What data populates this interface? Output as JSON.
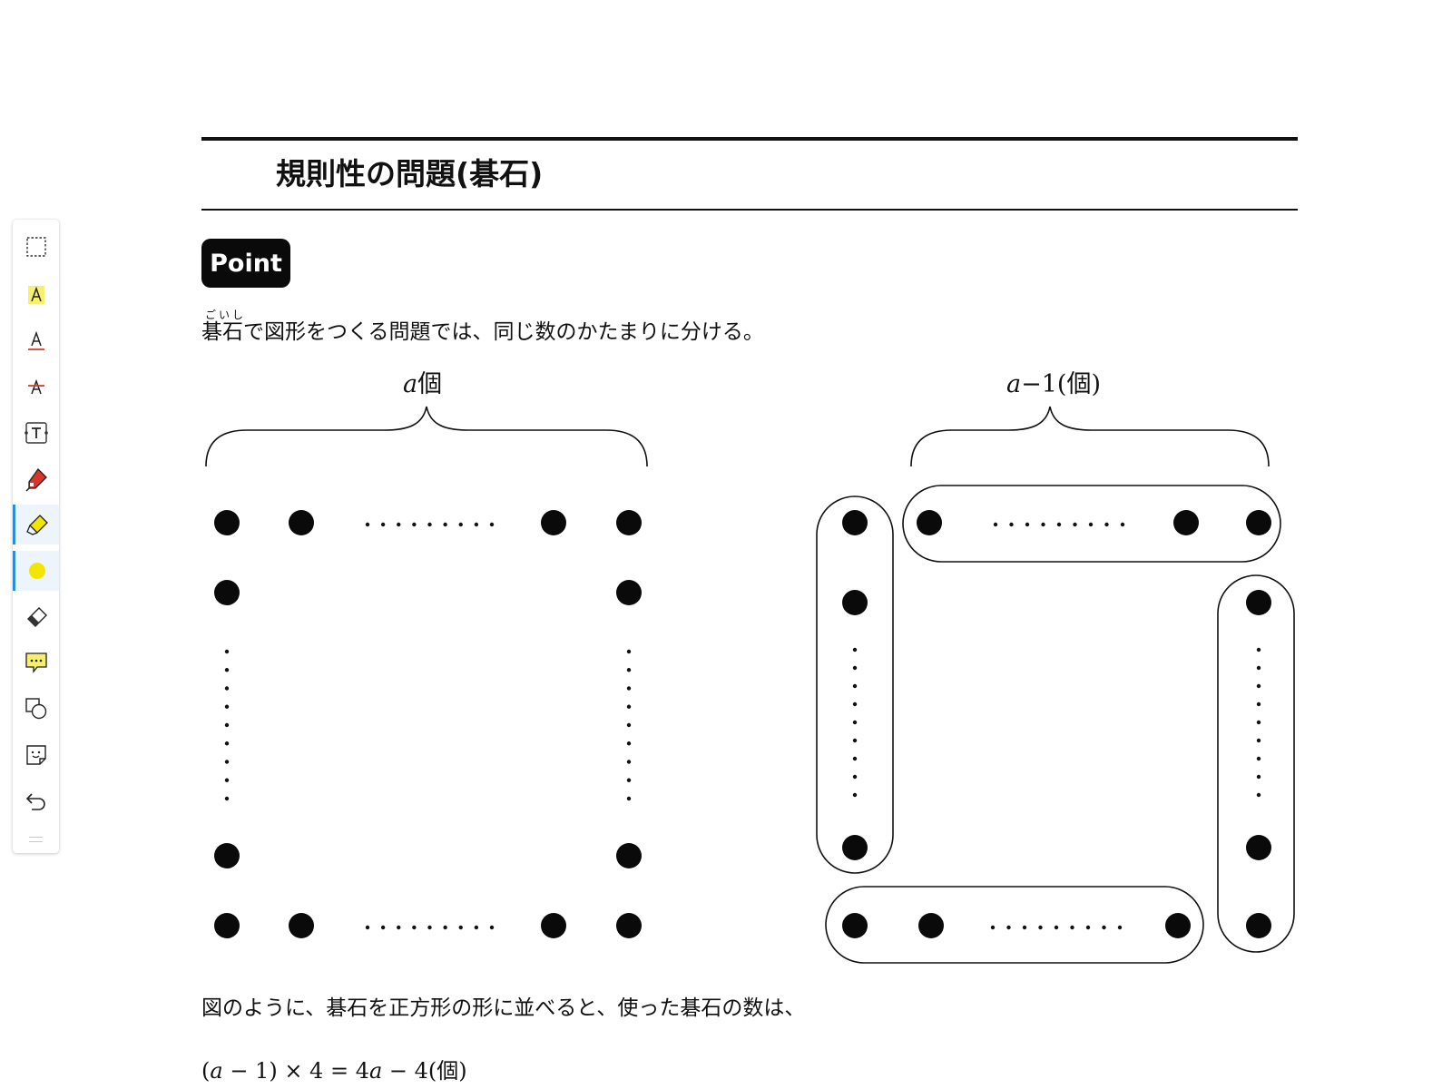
{
  "toolbar": {
    "tools": [
      {
        "name": "select",
        "icon": "selection-rect-icon"
      },
      {
        "name": "text-highlight",
        "icon": "text-highlight-icon",
        "color": "#f7f06a"
      },
      {
        "name": "text-underline",
        "icon": "text-underline-icon",
        "color": "#d9362b"
      },
      {
        "name": "text-strikethrough",
        "icon": "text-strikethrough-icon",
        "color": "#d9362b"
      },
      {
        "name": "text-box",
        "icon": "text-box-icon"
      },
      {
        "name": "pen",
        "icon": "pen-icon",
        "color": "#d9362b"
      },
      {
        "name": "highlighter",
        "icon": "highlighter-icon",
        "color": "#f2e600",
        "active": true
      },
      {
        "name": "color",
        "icon": "color-dot-icon",
        "color": "#f2e600",
        "active": true
      },
      {
        "name": "eraser",
        "icon": "eraser-icon"
      },
      {
        "name": "comment",
        "icon": "comment-icon",
        "color": "#f7f06a"
      },
      {
        "name": "shapes",
        "icon": "shapes-icon"
      },
      {
        "name": "sticker",
        "icon": "sticker-icon"
      },
      {
        "name": "undo",
        "icon": "undo-icon"
      }
    ]
  },
  "page": {
    "title": "規則性の問題(碁石)",
    "badge": "Point",
    "ruby": "ごいし",
    "intro": "碁石で図形をつくる問題では、同じ数のかたまりに分ける。",
    "description": "図のように、碁石を正方形の形に並べると、使った碁石の数は、"
  },
  "figure_left": {
    "label_var": "a",
    "label_unit": "個"
  },
  "figure_right": {
    "label_var": "a",
    "label_rest": "−1(個)"
  },
  "formula": {
    "open": "(",
    "var1": "a",
    "mid1": " − 1) × 4 = 4",
    "var2": "a",
    "tail": " − 4(個)"
  }
}
